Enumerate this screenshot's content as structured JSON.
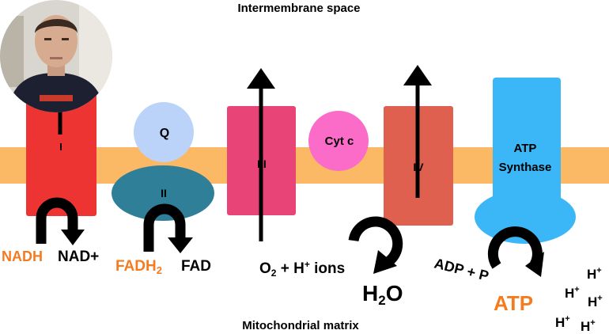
{
  "labels": {
    "intermembrane": "Intermembrane space",
    "matrix": "Mitochondrial matrix"
  },
  "complexes": {
    "i": "I",
    "q": "Q",
    "ii": "II",
    "iii": "III",
    "cytc": "Cyt c",
    "iv": "IV",
    "atp_line1": "ATP",
    "atp_line2": "Synthase"
  },
  "reactions": {
    "nadh": "NADH",
    "nad": "NAD+",
    "fadh2_base": "FADH",
    "fadh2_sub": "2",
    "fad": "FAD",
    "o2_base": "O",
    "o2_sub": "2",
    "o2_plus": " + H",
    "o2_sup": "+",
    "o2_ions": " ions",
    "h2o_base": "H",
    "h2o_sub": "2",
    "h2o_tail": "O",
    "adp": "ADP + P",
    "atp": "ATP"
  },
  "protons": {
    "h": "H",
    "sup": "+"
  },
  "colors": {
    "membrane": "#fbb966",
    "complex_i": "#ee3432",
    "q": "#bcd3f9",
    "complex_ii": "#2f7f98",
    "complex_iii": "#e94477",
    "cyt_c": "#fa6cc8",
    "complex_iv": "#e0604f",
    "atp_synthase": "#3bb7f7",
    "accent_orange": "#f47b20"
  }
}
